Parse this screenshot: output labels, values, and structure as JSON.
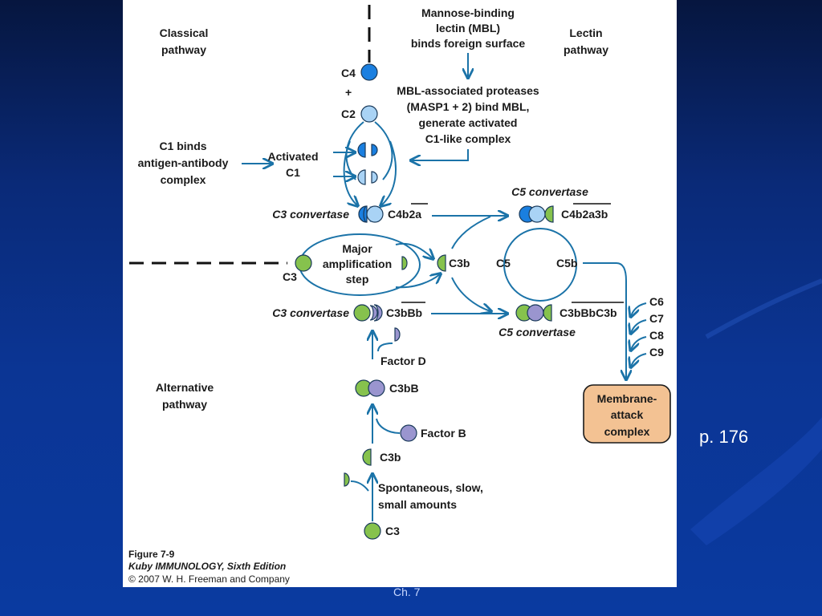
{
  "slide": {
    "page_note": "p. 176",
    "chapter": "Ch. 7"
  },
  "figure": {
    "pathways": {
      "classical": [
        "Classical",
        "pathway"
      ],
      "lectin": [
        "Lectin",
        "pathway"
      ],
      "alternative": [
        "Alternative",
        "pathway"
      ]
    },
    "mbl": [
      "Mannose-binding",
      "lectin (MBL)",
      "binds foreign surface"
    ],
    "masp": [
      "MBL-associated proteases",
      "(MASP1 + 2) bind MBL,",
      "generate activated",
      "C1-like complex"
    ],
    "c1_binds": [
      "C1 binds",
      "antigen-antibody",
      "complex"
    ],
    "activated_c1": [
      "Activated",
      "C1"
    ],
    "labels": {
      "c4": "C4",
      "plus": "+",
      "c2": "C2",
      "c3_convertase": "C3 convertase",
      "c4b2a": "C4b2a",
      "c5_convertase": "C5 convertase",
      "c4b2a3b": "C4b2a3b",
      "major_amp": [
        "Major",
        "amplification",
        "step"
      ],
      "c3": "C3",
      "c3b": "C3b",
      "c5": "C5",
      "c5b": "C5b",
      "c3bbb": "C3bBb",
      "c3bbbc3b": "C3bBbC3b",
      "factor_d": "Factor D",
      "c3bb": "C3bB",
      "factor_b": "Factor B",
      "spontaneous": [
        "Spontaneous, slow,",
        "small amounts"
      ],
      "late": [
        "C6",
        "C7",
        "C8",
        "C9"
      ],
      "mac": [
        "Membrane-",
        "attack",
        "complex"
      ]
    },
    "caption": {
      "line1": "Figure 7-9",
      "line2": "Kuby IMMUNOLOGY, Sixth Edition",
      "line3": "© 2007 W. H. Freeman and Company"
    },
    "colors": {
      "c4_blue": "#1a7fe0",
      "c2_lightblue": "#a9d3f5",
      "c3_green": "#86c24d",
      "factor_b_purple": "#9a95cf",
      "arrow": "#1b73a8",
      "mac_fill": "#f3c293"
    }
  }
}
